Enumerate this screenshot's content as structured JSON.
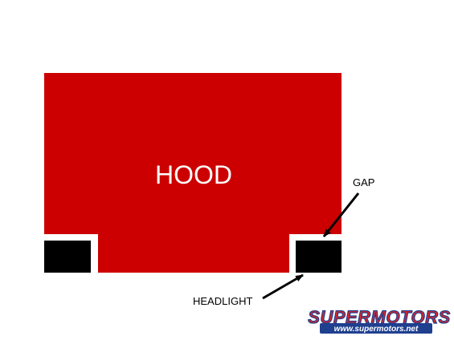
{
  "diagram": {
    "hood_label": "HOOD",
    "gap_label": "GAP",
    "headlight_label": "HEADLIGHT",
    "colors": {
      "hood": "#cc0000",
      "headlight": "#000000",
      "background": "#ffffff",
      "text_on_hood": "#ffffff",
      "callout_text": "#000000"
    }
  },
  "watermark": {
    "logo_text": "SUPERMOTORS",
    "url": "www.supermotors.net",
    "colors": {
      "fill": "#d8232a",
      "outline": "#1f3f8f",
      "banner": "#1f3f8f",
      "url_text": "#ffffff"
    }
  }
}
